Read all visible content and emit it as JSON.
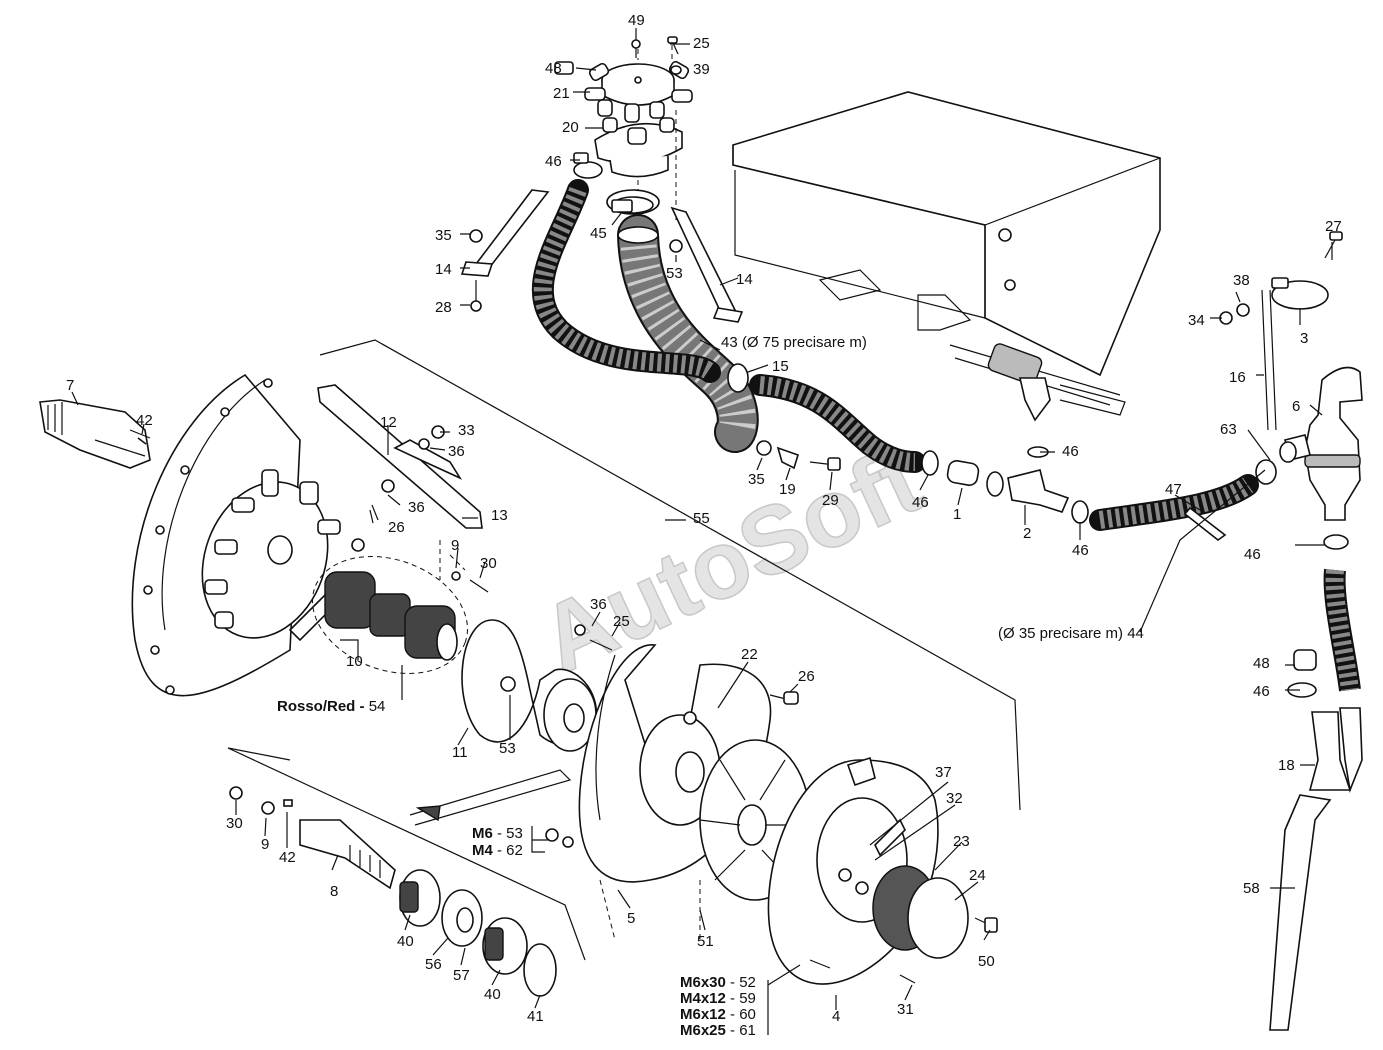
{
  "watermark": "AutoSoft",
  "callouts": {
    "p49": "49",
    "p25a": "25",
    "p48a": "48",
    "p39": "39",
    "p21": "21",
    "p20": "20",
    "p46a": "46",
    "p45": "45",
    "p35a": "35",
    "p14a": "14",
    "p53a": "53",
    "p14b": "14",
    "p28": "28",
    "p43": "43 (Ø 75 precisare m)",
    "p15": "15",
    "p27": "27",
    "p38": "38",
    "p34": "34",
    "p3": "3",
    "p16": "16",
    "p6": "6",
    "p63": "63",
    "p46b": "46",
    "p7": "7",
    "p42a": "42",
    "p12": "12",
    "p33": "33",
    "p36a": "36",
    "p36b": "36",
    "p26a": "26",
    "p13": "13",
    "p35b": "35",
    "p19": "19",
    "p29": "29",
    "p46c": "46",
    "p1": "1",
    "p2": "2",
    "p46d": "46",
    "p47": "47",
    "p46e": "46",
    "p55": "55",
    "p9a": "9",
    "p30a": "30",
    "p10": "10",
    "p44": "(Ø 35 precisare m) 44",
    "p36c": "36",
    "p25b": "25",
    "p54_prefix": "Rosso/Red - ",
    "p54": "54",
    "p22": "22",
    "p26b": "26",
    "p48b": "48",
    "p46f": "46",
    "p11": "11",
    "p53b": "53",
    "p18": "18",
    "p30b": "30",
    "p9b": "9",
    "p42b": "42",
    "p8": "8",
    "m6_53_prefix": "M6",
    "m6_53": " - 53",
    "m4_62_prefix": "M4",
    "m4_62": " - 62",
    "p37": "37",
    "p32": "32",
    "p23": "23",
    "p24": "24",
    "p5": "5",
    "p51": "51",
    "p40a": "40",
    "p56": "56",
    "p57": "57",
    "p40b": "40",
    "p41": "41",
    "p50": "50",
    "p58": "58",
    "p4": "4",
    "p31": "31",
    "m6x30_prefix": "M6x30",
    "m6x30": " - 52",
    "m4x12_prefix": "M4x12",
    "m4x12": " - 59",
    "m6x12_prefix": "M6x12",
    "m6x12": " - 60",
    "m6x25_prefix": "M6x25",
    "m6x25": " - 61"
  }
}
